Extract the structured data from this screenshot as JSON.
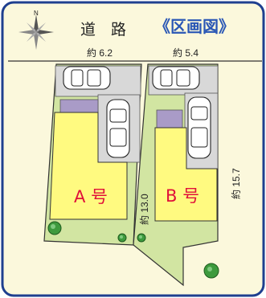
{
  "header": {
    "road_label": "道　路",
    "title": "《区画図》",
    "compass_label": "N"
  },
  "dimensions": {
    "a_frontage": "約 6.2",
    "b_frontage": "約 5.4",
    "a_depth": "約 13.0",
    "b_depth": "約 15.7"
  },
  "lots": {
    "a_label": "A 号",
    "b_label": "B 号"
  },
  "colors": {
    "border": "#1f3f8f",
    "title": "#2a57b5",
    "background": "#fbf8dc",
    "lot_land": "#d2e5a2",
    "building": "#fffa80",
    "parking": "#d8d8d8",
    "annex": "#a99bc7",
    "lot_label": "#e0103a",
    "lot_outline": "#333333"
  },
  "icons": [
    "compass-icon",
    "car-icon",
    "tree-icon"
  ]
}
